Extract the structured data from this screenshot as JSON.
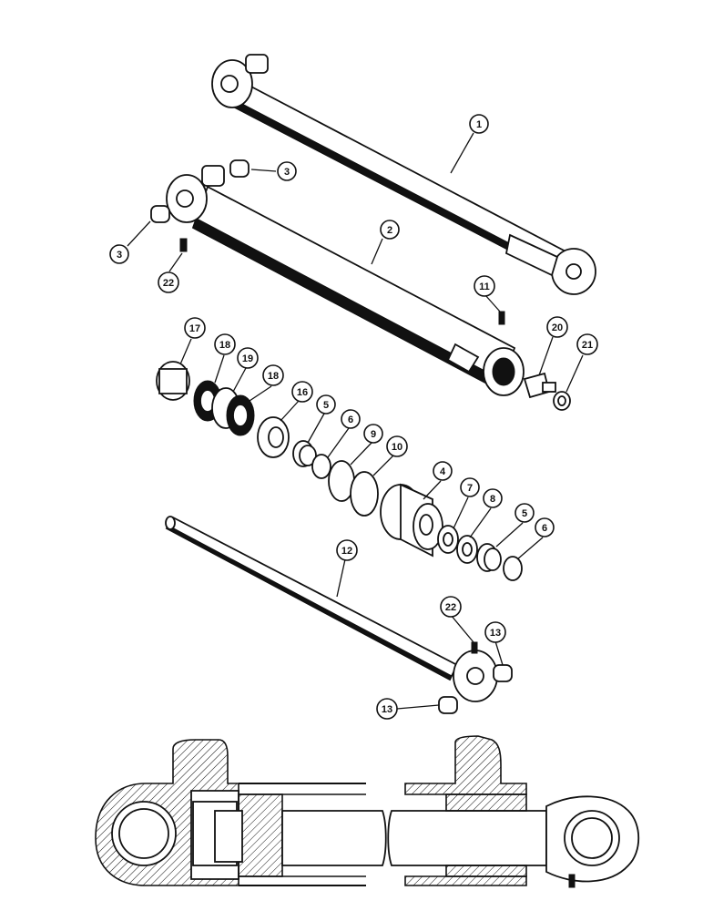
{
  "callouts": [
    {
      "id": "c1",
      "label": "1"
    },
    {
      "id": "c2",
      "label": "2"
    },
    {
      "id": "c3a",
      "label": "3"
    },
    {
      "id": "c3b",
      "label": "3"
    },
    {
      "id": "c22a",
      "label": "22"
    },
    {
      "id": "c11",
      "label": "11"
    },
    {
      "id": "c20",
      "label": "20"
    },
    {
      "id": "c21",
      "label": "21"
    },
    {
      "id": "c17",
      "label": "17"
    },
    {
      "id": "c18a",
      "label": "18"
    },
    {
      "id": "c19",
      "label": "19"
    },
    {
      "id": "c18b",
      "label": "18"
    },
    {
      "id": "c16",
      "label": "16"
    },
    {
      "id": "c5a",
      "label": "5"
    },
    {
      "id": "c6a",
      "label": "6"
    },
    {
      "id": "c9",
      "label": "9"
    },
    {
      "id": "c10",
      "label": "10"
    },
    {
      "id": "c4",
      "label": "4"
    },
    {
      "id": "c7",
      "label": "7"
    },
    {
      "id": "c8",
      "label": "8"
    },
    {
      "id": "c5b",
      "label": "5"
    },
    {
      "id": "c6b",
      "label": "6"
    },
    {
      "id": "c12",
      "label": "12"
    },
    {
      "id": "c22b",
      "label": "22"
    },
    {
      "id": "c13a",
      "label": "13"
    },
    {
      "id": "c13b",
      "label": "13"
    }
  ]
}
